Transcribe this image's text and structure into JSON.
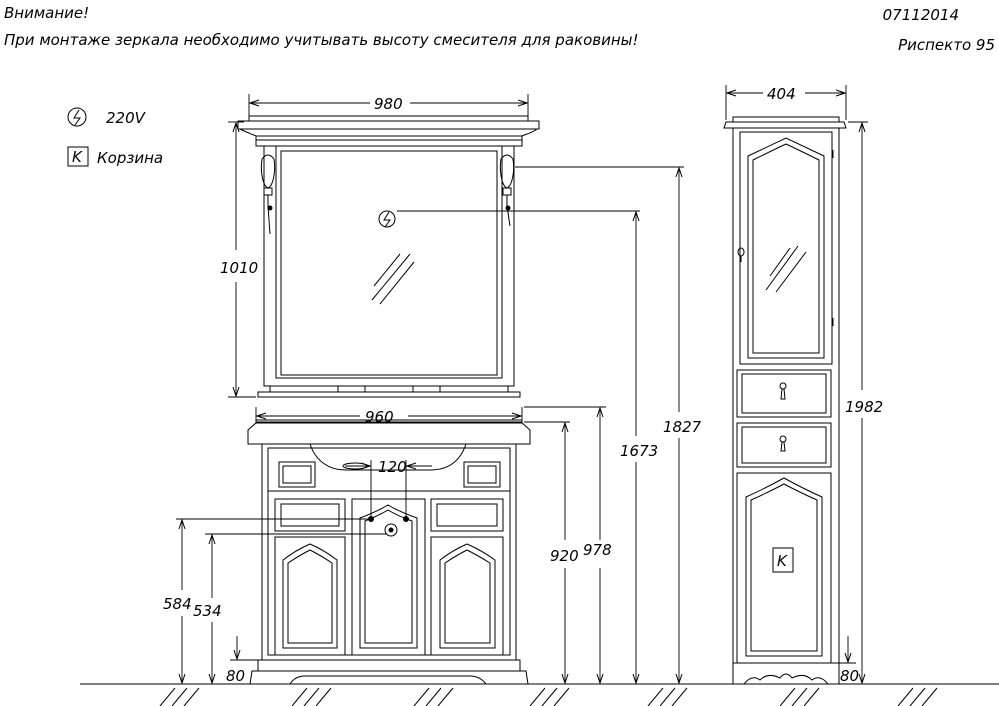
{
  "header": {
    "warning_title": "Внимание!",
    "warning_text": "При монтаже зеркала необходимо учитывать высоту смесителя для раковины!",
    "code": "07112014",
    "series": "Риспекто  95"
  },
  "legend": {
    "power_label": "220V",
    "basket_symbol": "K",
    "basket_label": "Корзина"
  },
  "dimensions": {
    "mirror_width": "980",
    "mirror_height": "1010",
    "vanity_width": "960",
    "faucet_spacing": "120",
    "socket_height": "1673",
    "mirror_top_height": "1827",
    "cabinet_height": "920",
    "counter_height": "978",
    "water_inlet_height": "584",
    "drain_height": "534",
    "plinth_height": "80",
    "column_width": "404",
    "column_height": "1982",
    "column_plinth_height": "80"
  },
  "markers": {
    "column_basket": "K"
  }
}
